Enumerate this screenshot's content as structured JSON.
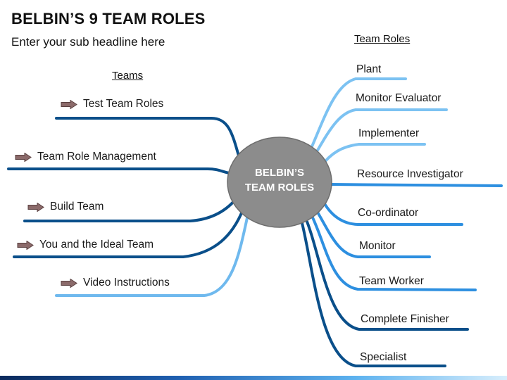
{
  "title": "BELBIN’S 9 TEAM ROLES",
  "subtitle": "Enter your sub headline here",
  "center": {
    "line1": "BELBIN’S",
    "line2": "TEAM ROLES"
  },
  "teams": {
    "heading": "Teams",
    "items": [
      "Test Team Roles",
      "Team Role Management",
      "Build Team",
      "You and the Ideal Team",
      "Video Instructions"
    ]
  },
  "roles": {
    "heading": "Team Roles",
    "items": [
      "Plant",
      "Monitor Evaluator",
      "Implementer",
      "Resource Investigator",
      "Co-ordinator",
      "Monitor",
      "Team Worker",
      "Complete Finisher",
      "Specialist"
    ]
  },
  "colors": {
    "dark_blue": "#0a4f8a",
    "mid_blue": "#2d8fe0",
    "light_blue": "#7cc2f2",
    "center_gray": "#8c8c8c",
    "arrow": "#8b6a6a"
  },
  "icons": {
    "bullet": "right-arrow-icon"
  }
}
